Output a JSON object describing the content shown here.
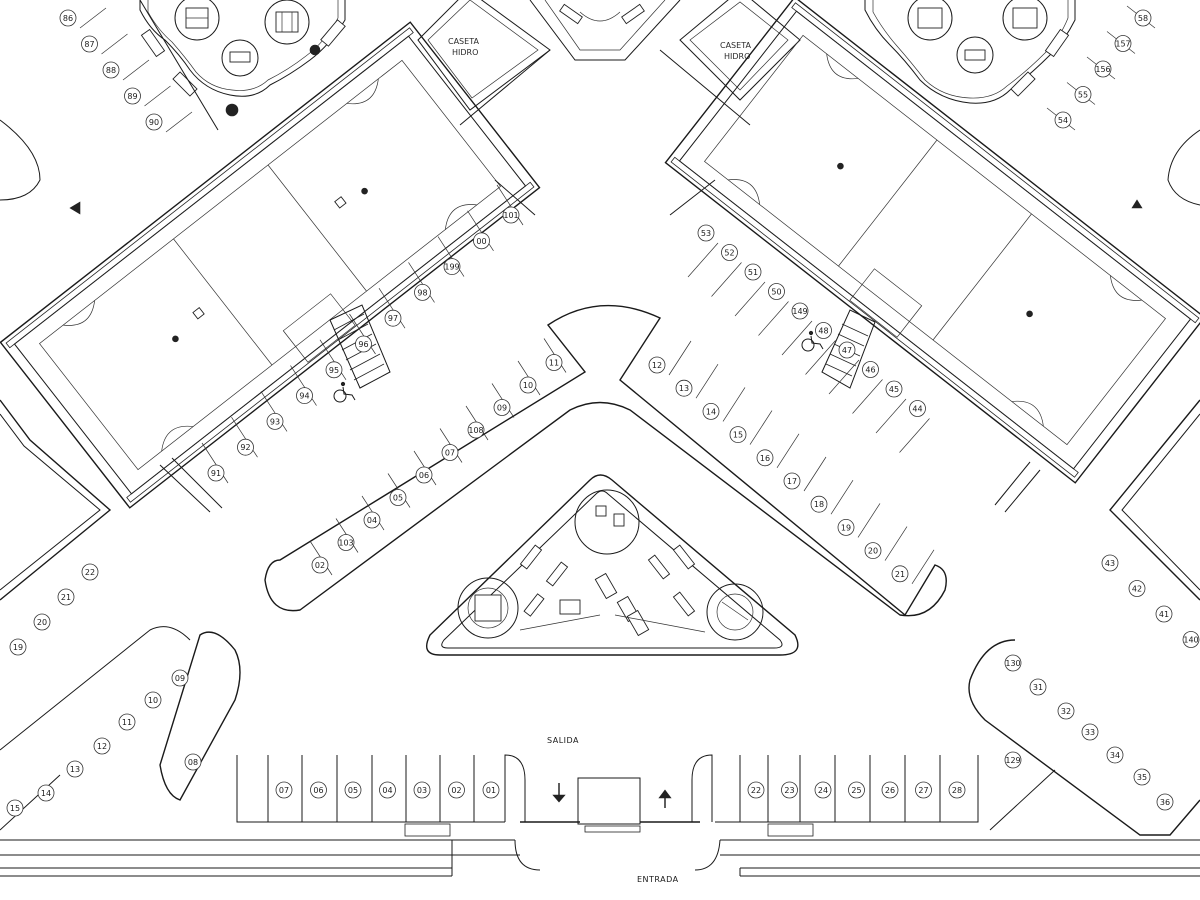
{
  "labels": {
    "exit": "SALIDA",
    "entrance": "ENTRADA",
    "caseta_left_1": "CASETA",
    "caseta_left_2": "HIDRO",
    "caseta_right_1": "CASETA",
    "caseta_right_2": "HIDRO"
  },
  "colors": {
    "line": "#1a1a1a",
    "background": "#ffffff"
  },
  "icons": [
    "wheelchair-icon",
    "arrow-down-icon",
    "arrow-up-icon",
    "arrow-left-icon",
    "playground-icon",
    "bench-icon",
    "tree-icon"
  ],
  "parking_spaces": {
    "bottom_left_row": [
      "07",
      "06",
      "05",
      "04",
      "03",
      "02",
      "01"
    ],
    "bottom_right_row": [
      "22",
      "23",
      "24",
      "25",
      "26",
      "27",
      "28"
    ],
    "center_left_diagonal": [
      "02",
      "103",
      "04",
      "05",
      "06",
      "07",
      "108",
      "09",
      "10",
      "11"
    ],
    "center_right_diagonal": [
      "12",
      "13",
      "14",
      "15",
      "16",
      "17",
      "18",
      "19",
      "20",
      "21"
    ],
    "upper_left_block": [
      "91",
      "92",
      "93",
      "94",
      "95",
      "96",
      "97",
      "98",
      "199",
      "00",
      "101"
    ],
    "upper_right_block": [
      "53",
      "52",
      "51",
      "50",
      "149",
      "48",
      "47",
      "46",
      "45",
      "44"
    ],
    "top_left_column": [
      "86",
      "87",
      "88",
      "89",
      "90"
    ],
    "top_right_column": [
      "58",
      "157",
      "156",
      "55",
      "54"
    ],
    "left_lower_block": [
      "08",
      "09",
      "10",
      "11",
      "12",
      "13",
      "14",
      "15"
    ],
    "left_mid_block": [
      "22",
      "21",
      "20",
      "19"
    ],
    "right_lower_block": [
      "129",
      "130",
      "31",
      "32",
      "33",
      "34",
      "35",
      "36"
    ],
    "right_mid_block": [
      "43",
      "42",
      "41",
      "140"
    ]
  }
}
